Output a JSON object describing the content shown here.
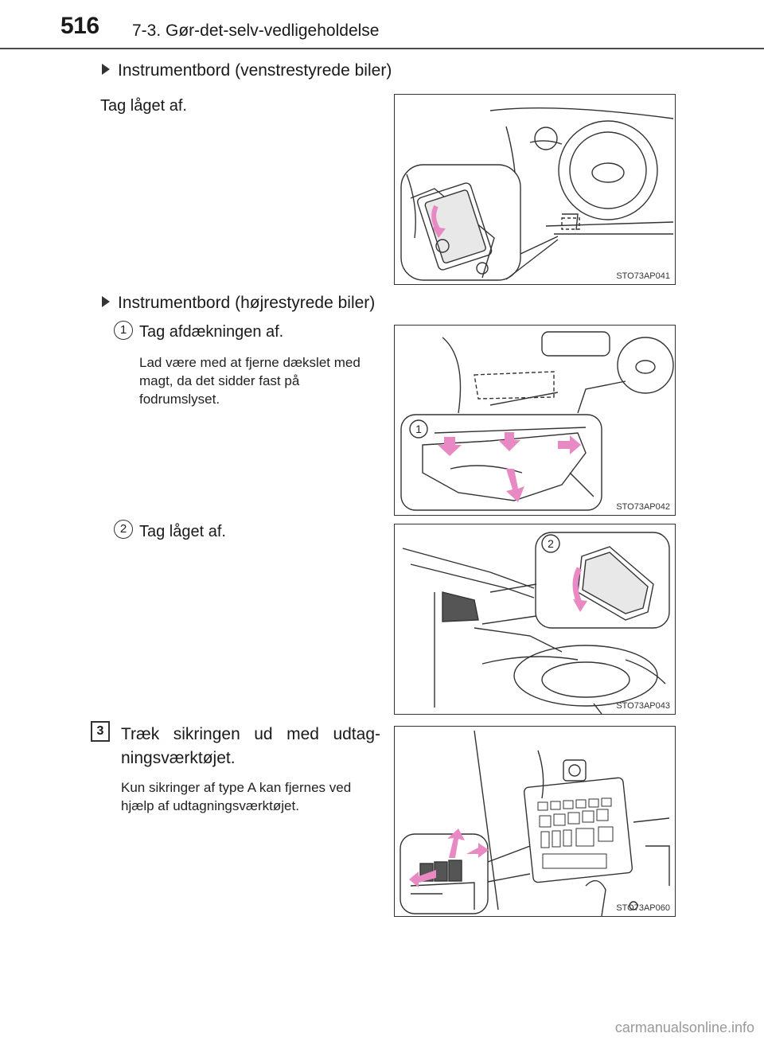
{
  "header": {
    "page_number": "516",
    "section_title": "7-3. Gør-det-selv-vedligeholdelse"
  },
  "sections": [
    {
      "heading": "Instrumentbord (venstrestyrede biler)"
    },
    {
      "heading": "Instrumentbord (højrestyrede biler)"
    }
  ],
  "steps": {
    "lhd": {
      "text": "Tag låget af."
    },
    "rhd_1": {
      "number": "1",
      "text": "Tag afdækningen af.",
      "note": "Lad være med at fjerne dækslet med magt, da det sidder fast på fodrumslyset."
    },
    "rhd_2": {
      "number": "2",
      "text": "Tag låget af."
    },
    "step_3": {
      "number": "3",
      "text_line1": "Træk sikringen ud med udtag-",
      "text_line2": "ningsværktøjet.",
      "note": "Kun sikringer af type A kan fjernes ved hjælp af udtagningsværktøjet."
    }
  },
  "figures": [
    {
      "code": "STO73AP041"
    },
    {
      "code": "STO73AP042",
      "callout": "1"
    },
    {
      "code": "STO73AP043",
      "callout": "2"
    },
    {
      "code": "STO73AP060"
    }
  ],
  "watermark": "carmanualsonline.info",
  "colors": {
    "arrow": "#e889c3",
    "line": "#333333"
  }
}
